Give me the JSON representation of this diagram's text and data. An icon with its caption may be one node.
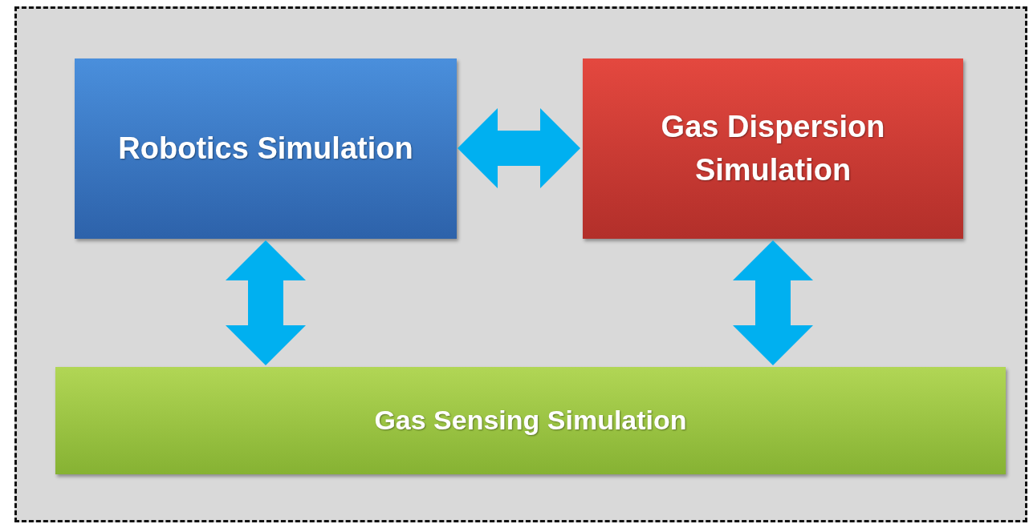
{
  "diagram": {
    "nodes": [
      {
        "text": [],
        "shape": "box"
      },
      {
        "text": [
          "Robotics Simulation"
        ],
        "in": 0
      },
      {
        "text": [
          "Gas Dispersion Simulation"
        ],
        "in": 0
      },
      {
        "text": [
          "Gas Sensing Simulation"
        ],
        "in": 0
      }
    ],
    "edges": [
      {
        "from": 1,
        "to": 2,
        "arrow": "both"
      },
      {
        "from": 1,
        "to": 3,
        "arrow": "both"
      },
      {
        "from": 2,
        "to": 3,
        "arrow": "both"
      }
    ]
  }
}
